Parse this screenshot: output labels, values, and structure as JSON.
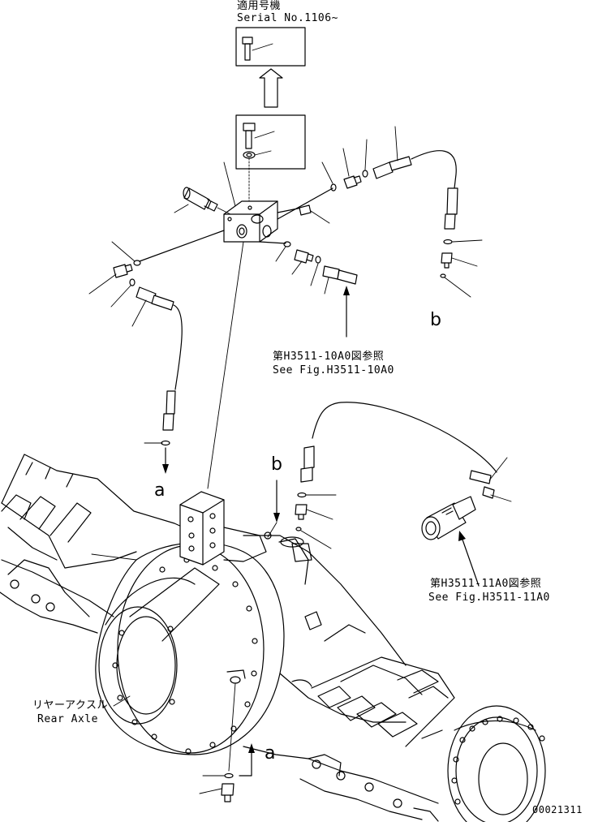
{
  "serial_note": {
    "line1": "適用号機",
    "line2": "Serial No.1106~"
  },
  "ref_upper": {
    "jp": "第H3511-10A0図参照",
    "en": "See Fig.H3511-10A0"
  },
  "ref_lower": {
    "jp": "第H3511-11A0図参照",
    "en": "See Fig.H3511-11A0"
  },
  "axle_label": {
    "jp": "リヤーアクスル",
    "en": "Rear Axle"
  },
  "connector_marks": {
    "a_top": "a",
    "a_bottom": "a",
    "b_top": "b",
    "b_lower": "b"
  },
  "drawing_number": "00021311"
}
